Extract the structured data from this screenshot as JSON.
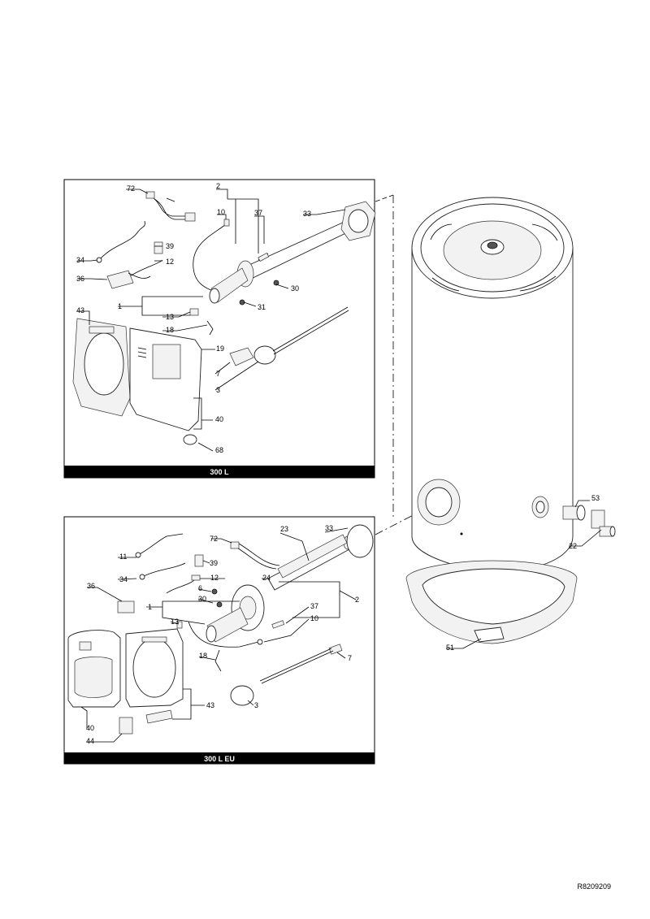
{
  "reference_code": "R8209209",
  "panels": [
    {
      "id": "300L",
      "title": "300 L",
      "labels": [
        "72",
        "2",
        "10",
        "37",
        "33",
        "39",
        "34",
        "12",
        "36",
        "30",
        "1",
        "13",
        "31",
        "43",
        "18",
        "19",
        "7",
        "3",
        "40",
        "68"
      ]
    },
    {
      "id": "300LEU",
      "title": "300 L EU",
      "labels": [
        "23",
        "33",
        "11",
        "72",
        "39",
        "34",
        "12",
        "24",
        "36",
        "30",
        "6",
        "37",
        "2",
        "1",
        "10",
        "13",
        "7",
        "18",
        "43",
        "3",
        "40",
        "44"
      ]
    }
  ],
  "tank_labels": [
    "53",
    "22",
    "51"
  ]
}
